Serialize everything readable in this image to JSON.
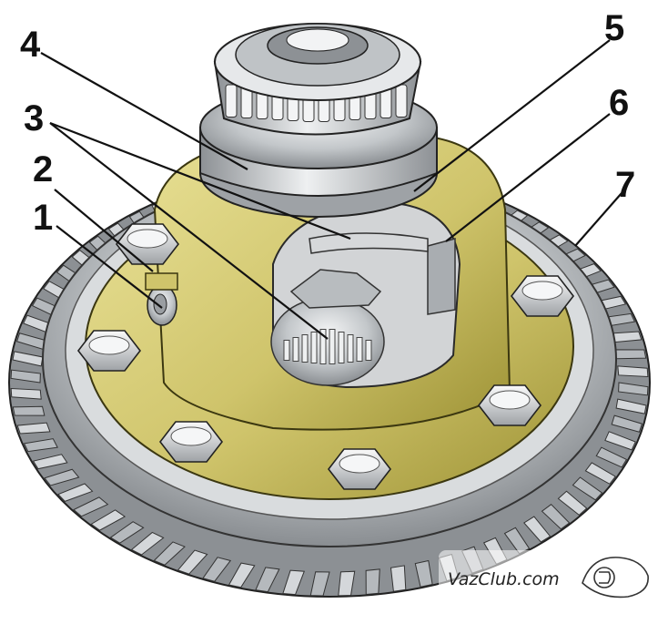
{
  "callouts": [
    {
      "label": "1"
    },
    {
      "label": "2"
    },
    {
      "label": "3"
    },
    {
      "label": "4"
    },
    {
      "label": "5"
    },
    {
      "label": "6"
    },
    {
      "label": "7"
    }
  ],
  "watermark": {
    "text": "VazClub.com"
  },
  "colors": {
    "housing": "#d6cd7a",
    "housing_dark": "#a69a3c",
    "steel": "#c9cccf",
    "steel_dark": "#7b7f84",
    "ink": "#111111"
  }
}
